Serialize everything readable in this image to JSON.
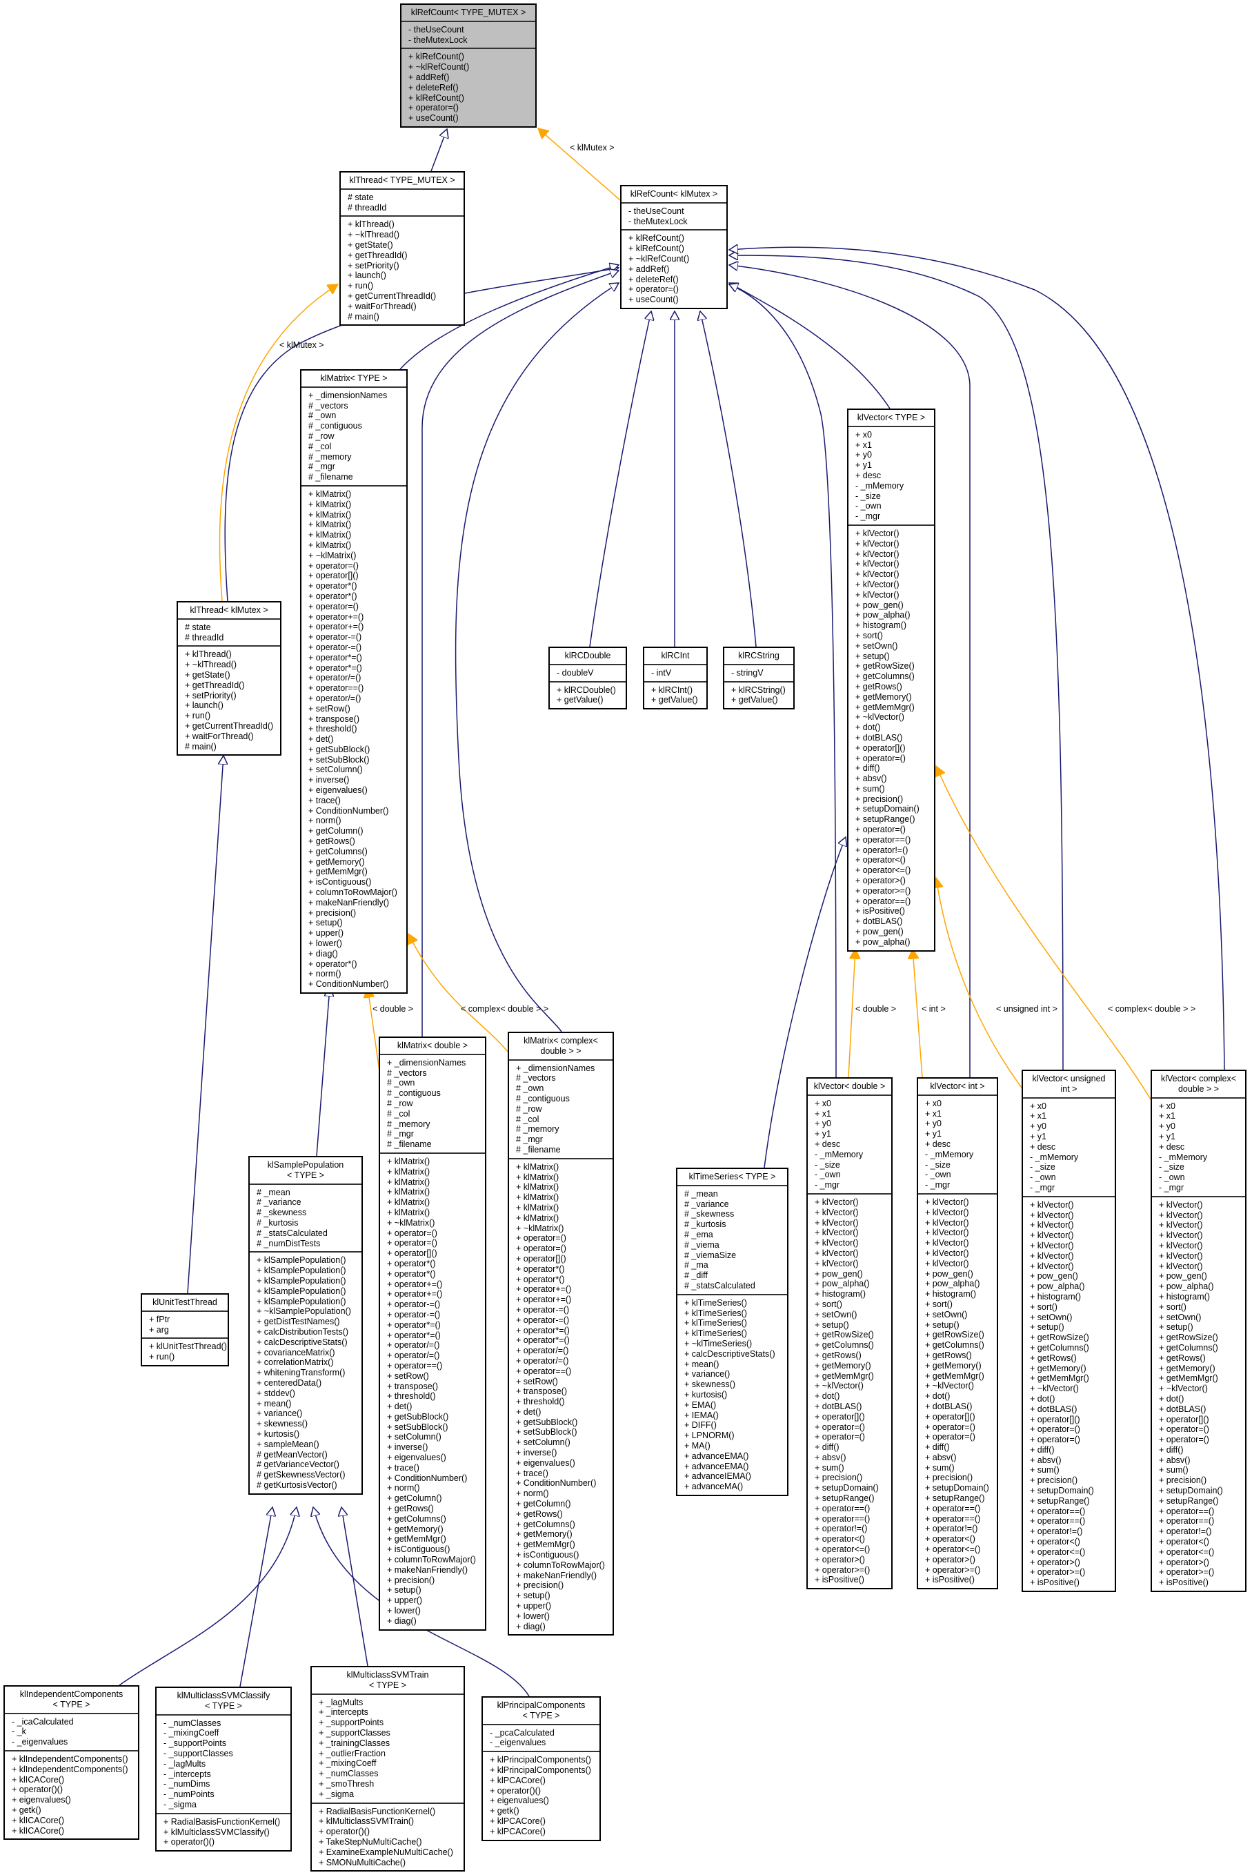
{
  "colors": {
    "inherit": "#191970",
    "template": "#ffa500",
    "highlight": "#bfbfbf"
  },
  "edge_labels": {
    "klmutex_refcount": "< klMutex >",
    "klmutex_thread": "< klMutex >",
    "matrix_double": "< double >",
    "matrix_complex": "< complex< double > >",
    "vector_double": "< double >",
    "vector_int": "< int >",
    "vector_uint": "< unsigned int >",
    "vector_complex": "< complex< double > >"
  },
  "classes": [
    {
      "id": "refcount_type_mutex",
      "title": "klRefCount< TYPE_MUTEX >",
      "highlight": true,
      "attrs": [
        "- theUseCount",
        "- theMutexLock"
      ],
      "methods": [
        "+ klRefCount()",
        "+ ~klRefCount()",
        "+ addRef()",
        "+ deleteRef()",
        "+ klRefCount()",
        "+ operator=()",
        "+ useCount()"
      ]
    },
    {
      "id": "thread_type_mutex",
      "title": "klThread< TYPE_MUTEX >",
      "attrs": [
        "# state",
        "# threadId"
      ],
      "methods": [
        "+ klThread()",
        "+ ~klThread()",
        "+ getState()",
        "+ getThreadId()",
        "+ setPriority()",
        "+ launch()",
        "+ run()",
        "+ getCurrentThreadId()",
        "+ waitForThread()",
        "# main()"
      ]
    },
    {
      "id": "refcount_klmutex",
      "title": "klRefCount< klMutex >",
      "attrs": [
        "- theUseCount",
        "- theMutexLock"
      ],
      "methods": [
        "+ klRefCount()",
        "+ klRefCount()",
        "+ ~klRefCount()",
        "+ addRef()",
        "+ deleteRef()",
        "+ operator=()",
        "+ useCount()"
      ]
    },
    {
      "id": "matrix_type",
      "title": "klMatrix< TYPE >",
      "attrs": [
        "+ _dimensionNames",
        "# _vectors",
        "# _own",
        "# _contiguous",
        "# _row",
        "# _col",
        "# _memory",
        "# _mgr",
        "# _filename"
      ],
      "methods": [
        "+ klMatrix()",
        "+ klMatrix()",
        "+ klMatrix()",
        "+ klMatrix()",
        "+ klMatrix()",
        "+ klMatrix()",
        "+ ~klMatrix()",
        "+ operator=()",
        "+ operator[]()",
        "+ operator*()",
        "+ operator*()",
        "+ operator=()",
        "+ operator+=()",
        "+ operator+=()",
        "+ operator-=()",
        "+ operator-=()",
        "+ operator*=()",
        "+ operator*=()",
        "+ operator/=()",
        "+ operator==()",
        "+ operator/=()",
        "+ setRow()",
        "+ transpose()",
        "+ threshold()",
        "+ det()",
        "+ getSubBlock()",
        "+ setSubBlock()",
        "+ setColumn()",
        "+ inverse()",
        "+ eigenvalues()",
        "+ trace()",
        "+ ConditionNumber()",
        "+ norm()",
        "+ getColumn()",
        "+ getRows()",
        "+ getColumns()",
        "+ getMemory()",
        "+ getMemMgr()",
        "+ isContiguous()",
        "+ columnToRowMajor()",
        "+ makeNanFriendly()",
        "+ precision()",
        "+ setup()",
        "+ upper()",
        "+ lower()",
        "+ diag()",
        "+ operator*()",
        "+ norm()",
        "+ ConditionNumber()"
      ]
    },
    {
      "id": "thread_klmutex",
      "title": "klThread< klMutex >",
      "attrs": [
        "# state",
        "# threadId"
      ],
      "methods": [
        "+ klThread()",
        "+ ~klThread()",
        "+ getState()",
        "+ getThreadId()",
        "+ setPriority()",
        "+ launch()",
        "+ run()",
        "+ getCurrentThreadId()",
        "+ waitForThread()",
        "# main()"
      ]
    },
    {
      "id": "rcdouble",
      "title": "klRCDouble",
      "attrs": [
        "- doubleV"
      ],
      "methods": [
        "+ klRCDouble()",
        "+ getValue()"
      ]
    },
    {
      "id": "rcint",
      "title": "klRCInt",
      "attrs": [
        "- intV"
      ],
      "methods": [
        "+ klRCInt()",
        "+ getValue()"
      ]
    },
    {
      "id": "rcstring",
      "title": "klRCString",
      "attrs": [
        "- stringV"
      ],
      "methods": [
        "+ klRCString()",
        "+ getValue()"
      ]
    },
    {
      "id": "vector_type",
      "title": "klVector< TYPE >",
      "attrs": [
        "+ x0",
        "+ x1",
        "+ y0",
        "+ y1",
        "+ desc",
        "- _mMemory",
        "- _size",
        "- _own",
        "- _mgr"
      ],
      "methods": [
        "+ klVector()",
        "+ klVector()",
        "+ klVector()",
        "+ klVector()",
        "+ klVector()",
        "+ klVector()",
        "+ klVector()",
        "+ pow_gen()",
        "+ pow_alpha()",
        "+ histogram()",
        "+ sort()",
        "+ setOwn()",
        "+ setup()",
        "+ getRowSize()",
        "+ getColumns()",
        "+ getRows()",
        "+ getMemory()",
        "+ getMemMgr()",
        "+ ~klVector()",
        "+ dot()",
        "+ dotBLAS()",
        "+ operator[]()",
        "+ operator=()",
        "+ diff()",
        "+ absv()",
        "+ sum()",
        "+ precision()",
        "+ setupDomain()",
        "+ setupRange()",
        "+ operator=()",
        "+ operator==()",
        "+ operator!=()",
        "+ operator<()",
        "+ operator<=()",
        "+ operator>()",
        "+ operator>=()",
        "+ operator==()",
        "+ isPositive()",
        "+ dotBLAS()",
        "+ pow_gen()",
        "+ pow_alpha()"
      ]
    },
    {
      "id": "matrix_double",
      "title": "klMatrix< double >",
      "attrs": [
        "+ _dimensionNames",
        "# _vectors",
        "# _own",
        "# _contiguous",
        "# _row",
        "# _col",
        "# _memory",
        "# _mgr",
        "# _filename"
      ],
      "methods": [
        "+ klMatrix()",
        "+ klMatrix()",
        "+ klMatrix()",
        "+ klMatrix()",
        "+ klMatrix()",
        "+ klMatrix()",
        "+ ~klMatrix()",
        "+ operator=()",
        "+ operator=()",
        "+ operator[]()",
        "+ operator*()",
        "+ operator*()",
        "+ operator+=()",
        "+ operator+=()",
        "+ operator-=()",
        "+ operator-=()",
        "+ operator*=()",
        "+ operator*=()",
        "+ operator/=()",
        "+ operator/=()",
        "+ operator==()",
        "+ setRow()",
        "+ transpose()",
        "+ threshold()",
        "+ det()",
        "+ getSubBlock()",
        "+ setSubBlock()",
        "+ setColumn()",
        "+ inverse()",
        "+ eigenvalues()",
        "+ trace()",
        "+ ConditionNumber()",
        "+ norm()",
        "+ getColumn()",
        "+ getRows()",
        "+ getColumns()",
        "+ getMemory()",
        "+ getMemMgr()",
        "+ isContiguous()",
        "+ columnToRowMajor()",
        "+ makeNanFriendly()",
        "+ precision()",
        "+ setup()",
        "+ upper()",
        "+ lower()",
        "+ diag()"
      ]
    },
    {
      "id": "matrix_complex",
      "title": "klMatrix< complex<\ndouble > >",
      "attrs": [
        "+ _dimensionNames",
        "# _vectors",
        "# _own",
        "# _contiguous",
        "# _row",
        "# _col",
        "# _memory",
        "# _mgr",
        "# _filename"
      ],
      "methods": [
        "+ klMatrix()",
        "+ klMatrix()",
        "+ klMatrix()",
        "+ klMatrix()",
        "+ klMatrix()",
        "+ klMatrix()",
        "+ ~klMatrix()",
        "+ operator=()",
        "+ operator=()",
        "+ operator[]()",
        "+ operator*()",
        "+ operator*()",
        "+ operator+=()",
        "+ operator+=()",
        "+ operator-=()",
        "+ operator-=()",
        "+ operator*=()",
        "+ operator*=()",
        "+ operator/=()",
        "+ operator/=()",
        "+ operator==()",
        "+ setRow()",
        "+ transpose()",
        "+ threshold()",
        "+ det()",
        "+ getSubBlock()",
        "+ setSubBlock()",
        "+ setColumn()",
        "+ inverse()",
        "+ eigenvalues()",
        "+ trace()",
        "+ ConditionNumber()",
        "+ norm()",
        "+ getColumn()",
        "+ getRows()",
        "+ getColumns()",
        "+ getMemory()",
        "+ getMemMgr()",
        "+ isContiguous()",
        "+ columnToRowMajor()",
        "+ makeNanFriendly()",
        "+ precision()",
        "+ setup()",
        "+ upper()",
        "+ lower()",
        "+ diag()"
      ]
    },
    {
      "id": "sample_population",
      "title": "klSamplePopulation\n< TYPE >",
      "attrs": [
        "# _mean",
        "# _variance",
        "# _skewness",
        "# _kurtosis",
        "# _statsCalculated",
        "# _numDistTests"
      ],
      "methods": [
        "+ klSamplePopulation()",
        "+ klSamplePopulation()",
        "+ klSamplePopulation()",
        "+ klSamplePopulation()",
        "+ klSamplePopulation()",
        "+ ~klSamplePopulation()",
        "+ getDistTestNames()",
        "+ calcDistributionTests()",
        "+ calcDescriptiveStats()",
        "+ covarianceMatrix()",
        "+ correlationMatrix()",
        "+ whiteningTransform()",
        "+ centeredData()",
        "+ stddev()",
        "+ mean()",
        "+ variance()",
        "+ skewness()",
        "+ kurtosis()",
        "+ sampleMean()",
        "# getMeanVector()",
        "# getVarianceVector()",
        "# getSkewnessVector()",
        "# getKurtosisVector()"
      ]
    },
    {
      "id": "unit_test_thread",
      "title": "klUnitTestThread",
      "attrs": [
        "+ fPtr",
        "+ arg"
      ],
      "methods": [
        "+ klUnitTestThread()",
        "+ run()"
      ]
    },
    {
      "id": "time_series",
      "title": "klTimeSeries< TYPE >",
      "attrs": [
        "# _mean",
        "# _variance",
        "# _skewness",
        "# _kurtosis",
        "# _ema",
        "# _viema",
        "# _viemaSize",
        "# _ma",
        "# _diff",
        "# _statsCalculated"
      ],
      "methods": [
        "+ klTimeSeries()",
        "+ klTimeSeries()",
        "+ klTimeSeries()",
        "+ klTimeSeries()",
        "+ ~klTimeSeries()",
        "+ calcDescriptiveStats()",
        "+ mean()",
        "+ variance()",
        "+ skewness()",
        "+ kurtosis()",
        "+ EMA()",
        "+ IEMA()",
        "+ DIFF()",
        "+ LPNORM()",
        "+ MA()",
        "+ advanceEMA()",
        "+ advanceEMA()",
        "+ advanceIEMA()",
        "+ advanceMA()"
      ]
    },
    {
      "id": "vector_double",
      "title": "klVector< double >",
      "attrs": [
        "+ x0",
        "+ x1",
        "+ y0",
        "+ y1",
        "+ desc",
        "- _mMemory",
        "- _size",
        "- _own",
        "- _mgr"
      ],
      "methods": [
        "+ klVector()",
        "+ klVector()",
        "+ klVector()",
        "+ klVector()",
        "+ klVector()",
        "+ klVector()",
        "+ klVector()",
        "+ pow_gen()",
        "+ pow_alpha()",
        "+ histogram()",
        "+ sort()",
        "+ setOwn()",
        "+ setup()",
        "+ getRowSize()",
        "+ getColumns()",
        "+ getRows()",
        "+ getMemory()",
        "+ getMemMgr()",
        "+ ~klVector()",
        "+ dot()",
        "+ dotBLAS()",
        "+ operator[]()",
        "+ operator=()",
        "+ operator=()",
        "+ diff()",
        "+ absv()",
        "+ sum()",
        "+ precision()",
        "+ setupDomain()",
        "+ setupRange()",
        "+ operator==()",
        "+ operator==()",
        "+ operator!=()",
        "+ operator<()",
        "+ operator<=()",
        "+ operator>()",
        "+ operator>=()",
        "+ isPositive()"
      ]
    },
    {
      "id": "vector_int",
      "title": "klVector< int >",
      "attrs": [
        "+ x0",
        "+ x1",
        "+ y0",
        "+ y1",
        "+ desc",
        "- _mMemory",
        "- _size",
        "- _own",
        "- _mgr"
      ],
      "methods": [
        "+ klVector()",
        "+ klVector()",
        "+ klVector()",
        "+ klVector()",
        "+ klVector()",
        "+ klVector()",
        "+ klVector()",
        "+ pow_gen()",
        "+ pow_alpha()",
        "+ histogram()",
        "+ sort()",
        "+ setOwn()",
        "+ setup()",
        "+ getRowSize()",
        "+ getColumns()",
        "+ getRows()",
        "+ getMemory()",
        "+ getMemMgr()",
        "+ ~klVector()",
        "+ dot()",
        "+ dotBLAS()",
        "+ operator[]()",
        "+ operator=()",
        "+ operator=()",
        "+ diff()",
        "+ absv()",
        "+ sum()",
        "+ precision()",
        "+ setupDomain()",
        "+ setupRange()",
        "+ operator==()",
        "+ operator==()",
        "+ operator!=()",
        "+ operator<()",
        "+ operator<=()",
        "+ operator>()",
        "+ operator>=()",
        "+ isPositive()"
      ]
    },
    {
      "id": "vector_uint",
      "title": "klVector< unsigned\nint >",
      "attrs": [
        "+ x0",
        "+ x1",
        "+ y0",
        "+ y1",
        "+ desc",
        "- _mMemory",
        "- _size",
        "- _own",
        "- _mgr"
      ],
      "methods": [
        "+ klVector()",
        "+ klVector()",
        "+ klVector()",
        "+ klVector()",
        "+ klVector()",
        "+ klVector()",
        "+ klVector()",
        "+ pow_gen()",
        "+ pow_alpha()",
        "+ histogram()",
        "+ sort()",
        "+ setOwn()",
        "+ setup()",
        "+ getRowSize()",
        "+ getColumns()",
        "+ getRows()",
        "+ getMemory()",
        "+ getMemMgr()",
        "+ ~klVector()",
        "+ dot()",
        "+ dotBLAS()",
        "+ operator[]()",
        "+ operator=()",
        "+ operator=()",
        "+ diff()",
        "+ absv()",
        "+ sum()",
        "+ precision()",
        "+ setupDomain()",
        "+ setupRange()",
        "+ operator==()",
        "+ operator==()",
        "+ operator!=()",
        "+ operator<()",
        "+ operator<=()",
        "+ operator>()",
        "+ operator>=()",
        "+ isPositive()"
      ]
    },
    {
      "id": "vector_complex",
      "title": "klVector< complex<\ndouble > >",
      "attrs": [
        "+ x0",
        "+ x1",
        "+ y0",
        "+ y1",
        "+ desc",
        "- _mMemory",
        "- _size",
        "- _own",
        "- _mgr"
      ],
      "methods": [
        "+ klVector()",
        "+ klVector()",
        "+ klVector()",
        "+ klVector()",
        "+ klVector()",
        "+ klVector()",
        "+ klVector()",
        "+ pow_gen()",
        "+ pow_alpha()",
        "+ histogram()",
        "+ sort()",
        "+ setOwn()",
        "+ setup()",
        "+ getRowSize()",
        "+ getColumns()",
        "+ getRows()",
        "+ getMemory()",
        "+ getMemMgr()",
        "+ ~klVector()",
        "+ dot()",
        "+ dotBLAS()",
        "+ operator[]()",
        "+ operator=()",
        "+ operator=()",
        "+ diff()",
        "+ absv()",
        "+ sum()",
        "+ precision()",
        "+ setupDomain()",
        "+ setupRange()",
        "+ operator==()",
        "+ operator==()",
        "+ operator!=()",
        "+ operator<()",
        "+ operator<=()",
        "+ operator>()",
        "+ operator>=()",
        "+ isPositive()"
      ]
    },
    {
      "id": "independent_components",
      "title": "klIndependentComponents\n< TYPE >",
      "attrs": [
        "- _icaCalculated",
        "- _k",
        "- _eigenvalues"
      ],
      "methods": [
        "+ klIndependentComponents()",
        "+ klIndependentComponents()",
        "+ klICACore()",
        "+ operator()()",
        "+ eigenvalues()",
        "+ getk()",
        "+ klICACore()",
        "+ klICACore()"
      ]
    },
    {
      "id": "svm_classify",
      "title": "klMulticlassSVMClassify\n< TYPE >",
      "attrs": [
        "- _numClasses",
        "- _mixingCoeff",
        "- _supportPoints",
        "- _supportClasses",
        "- _lagMults",
        "- _intercepts",
        "- _numDims",
        "- _numPoints",
        "- _sigma"
      ],
      "methods": [
        "+ RadialBasisFunctionKernel()",
        "+ klMulticlassSVMClassify()",
        "+ operator()()"
      ]
    },
    {
      "id": "svm_train",
      "title": "klMulticlassSVMTrain\n< TYPE >",
      "attrs": [
        "+ _lagMults",
        "+ _intercepts",
        "+ _supportPoints",
        "+ _supportClasses",
        "+ _trainingClasses",
        "+ _outlierFraction",
        "+ _mixingCoeff",
        "+ _numClasses",
        "+ _smoThresh",
        "+ _sigma"
      ],
      "methods": [
        "+ RadialBasisFunctionKernel()",
        "+ klMulticlassSVMTrain()",
        "+ operator()()",
        "+ TakeStepNuMultiCache()",
        "+ ExamineExampleNuMultiCache()",
        "+ SMONuMultiCache()"
      ]
    },
    {
      "id": "principal_components",
      "title": "klPrincipalComponents\n< TYPE >",
      "attrs": [
        "- _pcaCalculated",
        "- _eigenvalues"
      ],
      "methods": [
        "+ klPrincipalComponents()",
        "+ klPrincipalComponents()",
        "+ klPCACore()",
        "+ operator()()",
        "+ eigenvalues()",
        "+ getk()",
        "+ klPCACore()",
        "+ klPCACore()"
      ]
    }
  ]
}
